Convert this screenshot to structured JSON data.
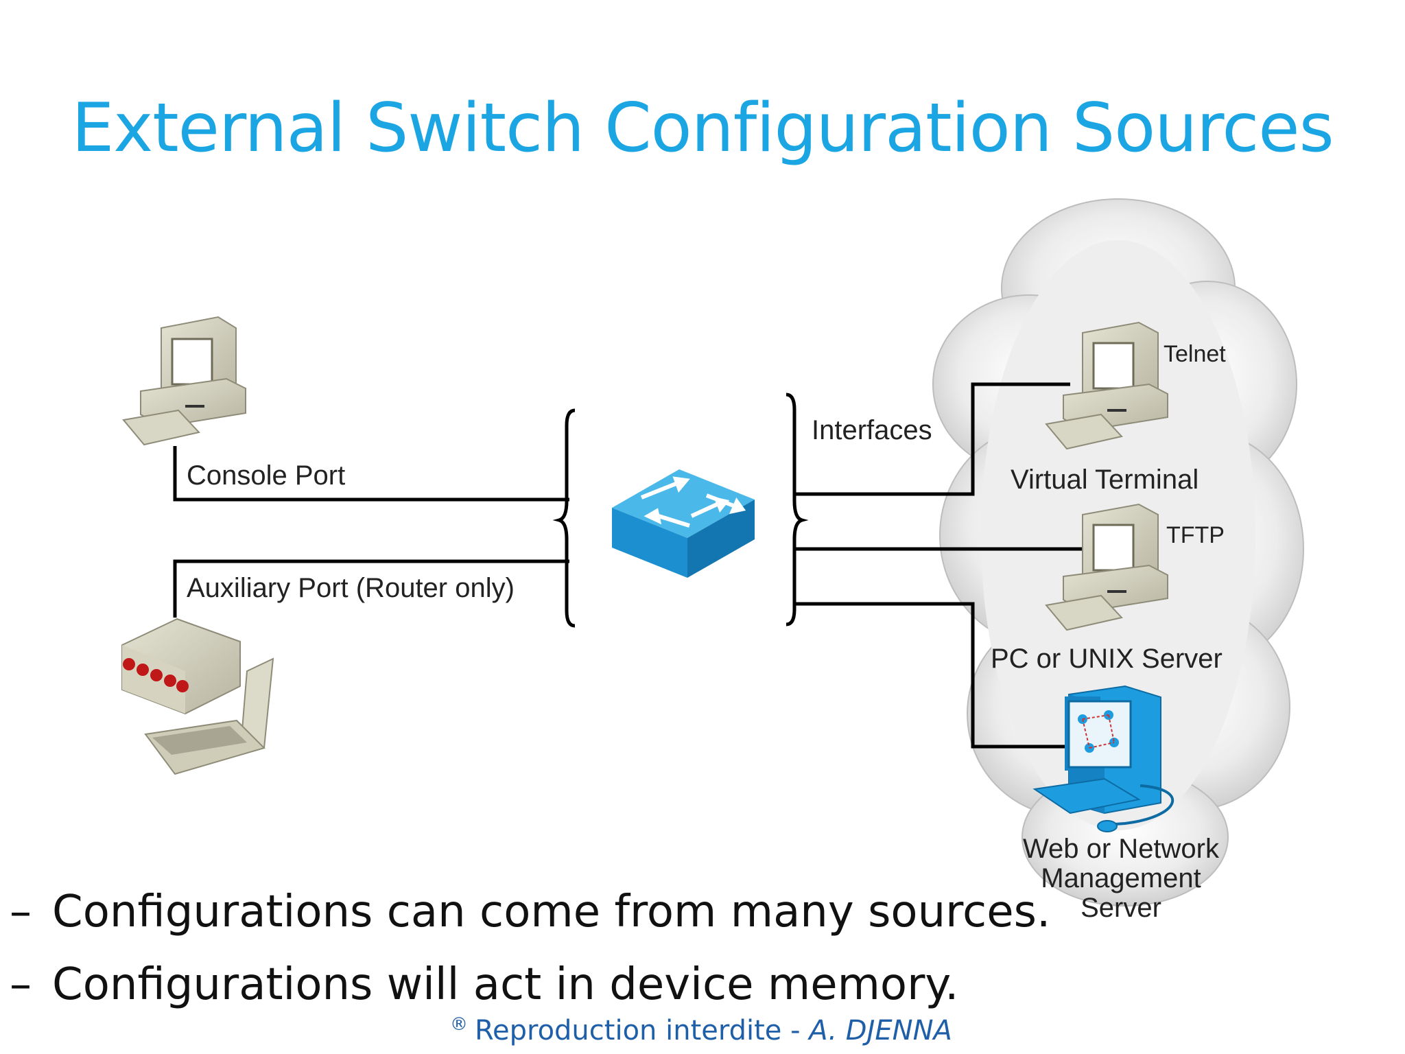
{
  "title": "External Switch Configuration Sources",
  "diagram": {
    "labels": {
      "console_port": "Console Port",
      "auxiliary_port": "Auxiliary Port (Router only)",
      "interfaces": "Interfaces",
      "telnet": "Telnet",
      "virtual_terminal": "Virtual Terminal",
      "tftp": "TFTP",
      "pc_unix_server": "PC or UNIX Server",
      "web_mgmt_line1": "Web or Network",
      "web_mgmt_line2": "Management",
      "web_mgmt_line3": "Server"
    }
  },
  "bullets": [
    {
      "dash": "–",
      "text": "Configurations can come from many sources."
    },
    {
      "dash": "–",
      "text": "Configurations will act in device memory."
    }
  ],
  "footer": {
    "symbol": "®",
    "text": "Reproduction interdite  - ",
    "author": "A. DJENNA"
  },
  "colors": {
    "title": "#1ba6e3",
    "switch": "#2a9fd8",
    "footer": "#1f5fa8"
  }
}
